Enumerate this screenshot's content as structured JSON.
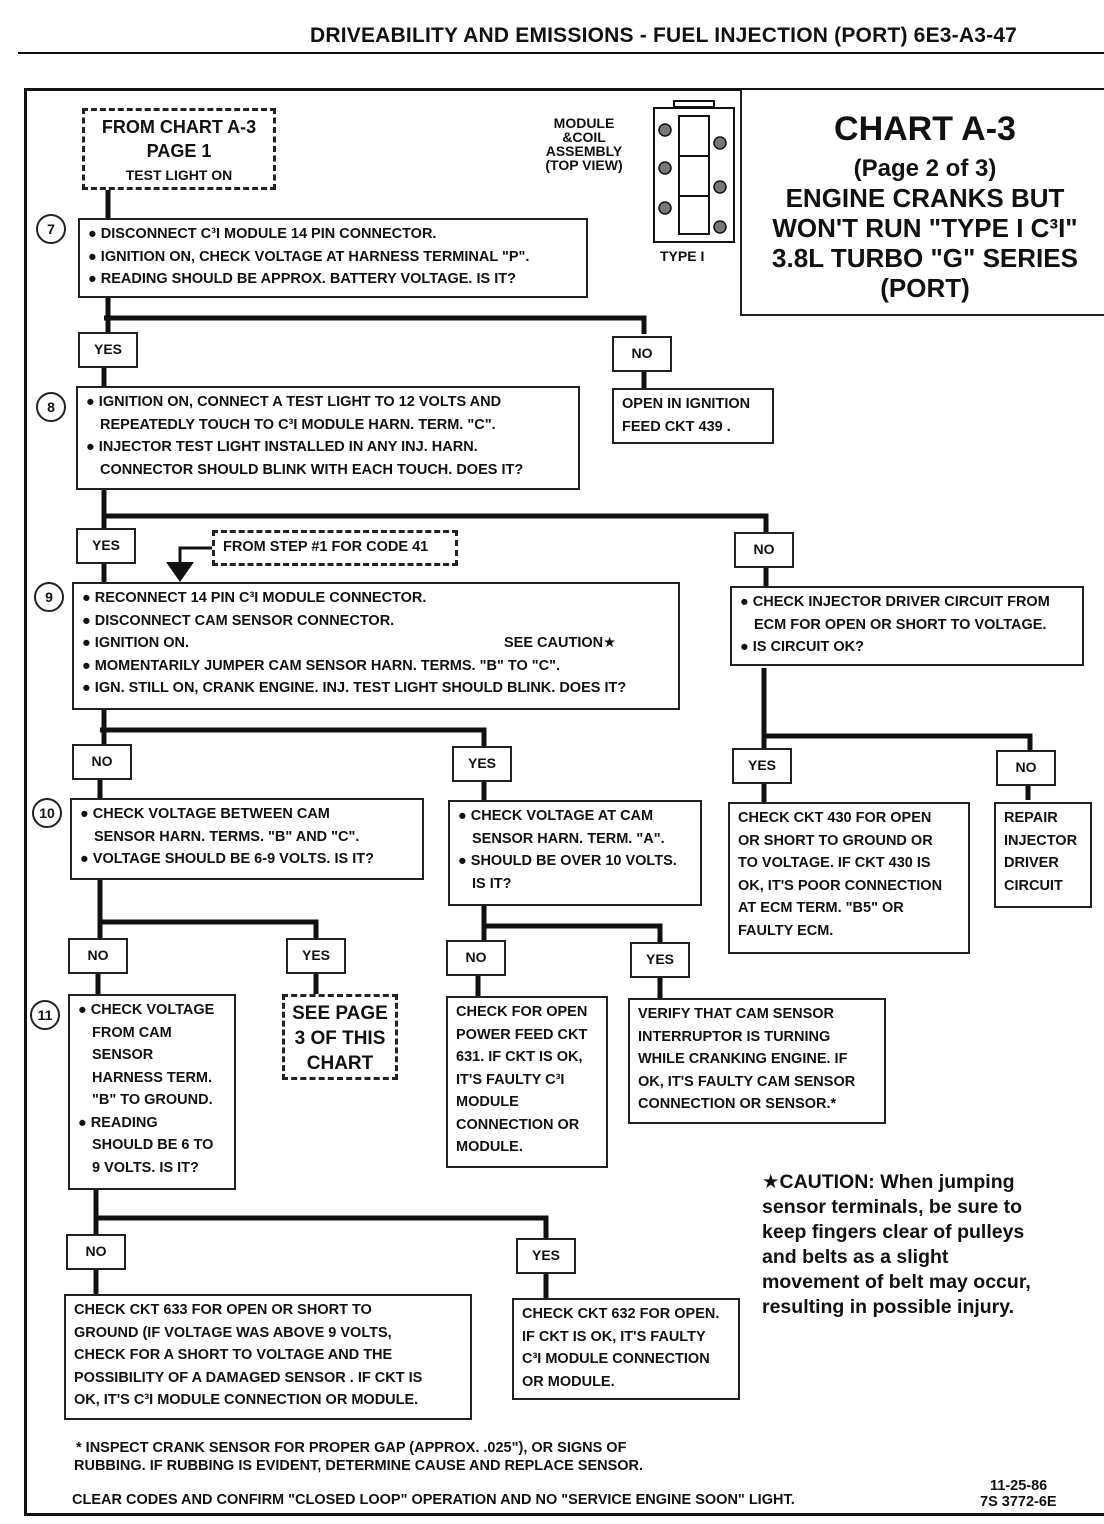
{
  "header": {
    "title": "DRIVEABILITY AND EMISSIONS - FUEL INJECTION (PORT)  6E3-A3-47"
  },
  "chart_title": {
    "name": "CHART A-3",
    "page": "(Page 2 of 3)",
    "lines": [
      "ENGINE CRANKS BUT",
      "WON'T RUN \"TYPE I C³I\"",
      "3.8L TURBO \"G\" SERIES",
      "(PORT)"
    ]
  },
  "module_diagram": {
    "label_lines": [
      "MODULE",
      "&COIL",
      "ASSEMBLY",
      "(TOP VIEW)"
    ],
    "type_label": "TYPE I"
  },
  "from_chart": {
    "lines": [
      "FROM CHART A-3",
      "PAGE 1",
      "TEST LIGHT ON"
    ]
  },
  "from_step": "FROM STEP #1 FOR CODE 41",
  "steps": {
    "s7": {
      "num": "7",
      "lines": [
        "● DISCONNECT C³I MODULE 14 PIN CONNECTOR.",
        "● IGNITION ON, CHECK VOLTAGE AT HARNESS TERMINAL  \"P\".",
        "● READING SHOULD BE APPROX. BATTERY VOLTAGE.  IS IT?"
      ]
    },
    "s8": {
      "num": "8",
      "lines": [
        "● IGNITION ON, CONNECT A TEST LIGHT TO 12 VOLTS AND",
        "REPEATEDLY TOUCH TO C³I MODULE  HARN. TERM.  \"C\".",
        "● INJECTOR TEST LIGHT INSTALLED IN ANY INJ. HARN.",
        "CONNECTOR  SHOULD BLINK WITH EACH TOUCH.  DOES IT?"
      ]
    },
    "s9": {
      "num": "9",
      "lines": [
        "● RECONNECT 14 PIN C³I  MODULE CONNECTOR.",
        "● DISCONNECT CAM SENSOR CONNECTOR.",
        "● IGNITION ON.",
        "● MOMENTARILY JUMPER CAM SENSOR HARN. TERMS. \"B\" TO \"C\".",
        "● IGN. STILL ON, CRANK ENGINE. INJ. TEST LIGHT SHOULD BLINK.  DOES IT?"
      ],
      "caution_ref": "SEE CAUTION★"
    },
    "s10": {
      "num": "10",
      "lines": [
        "● CHECK VOLTAGE BETWEEN CAM",
        "SENSOR HARN. TERMS. \"B\" AND \"C\".",
        "● VOLTAGE SHOULD BE 6-9 VOLTS.  IS IT?"
      ]
    },
    "s11": {
      "num": "11",
      "lines": [
        "● CHECK VOLTAGE",
        "FROM CAM",
        "SENSOR",
        "HARNESS TERM.",
        "\"B\" TO GROUND.",
        "● READING",
        "SHOULD BE 6 TO",
        "9 VOLTS.  IS IT?"
      ]
    }
  },
  "results": {
    "open_ign": [
      "OPEN IN IGNITION",
      "FEED CKT 439 ."
    ],
    "check_inj": [
      "● CHECK INJECTOR DRIVER CIRCUIT  FROM",
      "ECM FOR OPEN OR SHORT TO VOLTAGE.",
      "● IS CIRCUIT OK?"
    ],
    "cam_a": [
      "● CHECK VOLTAGE AT CAM",
      "SENSOR HARN. TERM. \"A\".",
      "● SHOULD BE OVER 10 VOLTS.",
      "IS IT?"
    ],
    "ckt430": [
      "CHECK CKT 430 FOR OPEN",
      "OR SHORT TO GROUND OR",
      "TO VOLTAGE.  IF CKT 430 IS",
      "OK, IT'S POOR CONNECTION",
      "AT ECM TERM. \"B5\" OR",
      "FAULTY ECM."
    ],
    "repair_inj": [
      "REPAIR",
      "INJECTOR",
      "DRIVER",
      "CIRCUIT"
    ],
    "see_page3": [
      "SEE PAGE",
      "3 OF THIS",
      "CHART"
    ],
    "ckt631": [
      "CHECK FOR OPEN",
      "POWER FEED CKT",
      "631.  IF CKT IS OK,",
      "IT'S FAULTY C³I",
      "MODULE",
      "CONNECTION OR",
      "MODULE."
    ],
    "verify_cam": [
      "VERIFY THAT CAM SENSOR",
      "INTERRUPTOR IS TURNING",
      "WHILE CRANKING ENGINE.  IF",
      "OK, IT'S FAULTY CAM SENSOR",
      "CONNECTION OR SENSOR.*"
    ],
    "ckt633": [
      "CHECK CKT 633 FOR OPEN OR SHORT TO",
      "GROUND (IF VOLTAGE WAS ABOVE 9 VOLTS,",
      "CHECK FOR A SHORT TO VOLTAGE AND THE",
      "POSSIBILITY OF A DAMAGED SENSOR .  IF CKT IS",
      "OK, IT'S  C³I MODULE CONNECTION OR MODULE."
    ],
    "ckt632": [
      "CHECK CKT 632 FOR OPEN.",
      "IF CKT IS OK, IT'S FAULTY",
      "C³I MODULE CONNECTION",
      "OR MODULE."
    ]
  },
  "labels": {
    "yes": "YES",
    "no": "NO"
  },
  "caution": [
    "★CAUTION:  When jumping",
    "sensor terminals, be sure to",
    "keep fingers clear of pulleys",
    "and belts as a slight",
    "movement of belt may occur,",
    "resulting in possible injury."
  ],
  "footer": {
    "note1": "*  INSPECT CRANK SENSOR FOR PROPER GAP (APPROX.  .025\"), OR SIGNS OF",
    "note2": "RUBBING.  IF RUBBING IS EVIDENT, DETERMINE CAUSE AND REPLACE SENSOR.",
    "clear": "CLEAR CODES AND CONFIRM \"CLOSED LOOP\"  OPERATION AND NO \"SERVICE ENGINE SOON\" LIGHT.",
    "date": "11-25-86",
    "code": "7S 3772-6E"
  }
}
